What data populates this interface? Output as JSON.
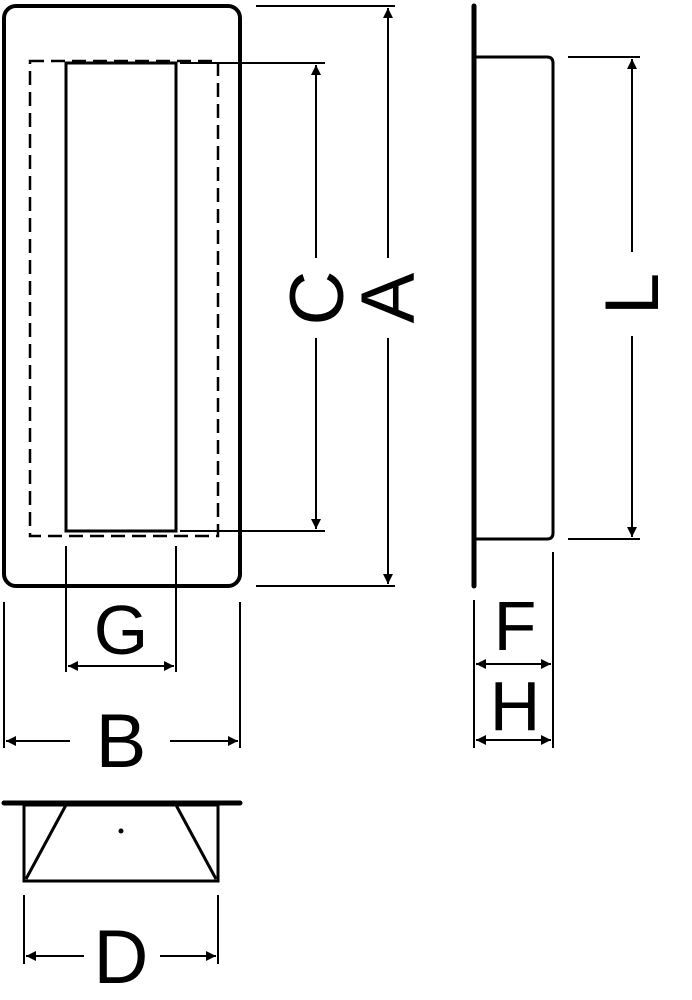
{
  "drawing": {
    "labels": {
      "A": "A",
      "B": "B",
      "C": "C",
      "D": "D",
      "F": "F",
      "G": "G",
      "H": "H",
      "L": "L"
    },
    "line_color": "#000000",
    "background": "#ffffff"
  }
}
